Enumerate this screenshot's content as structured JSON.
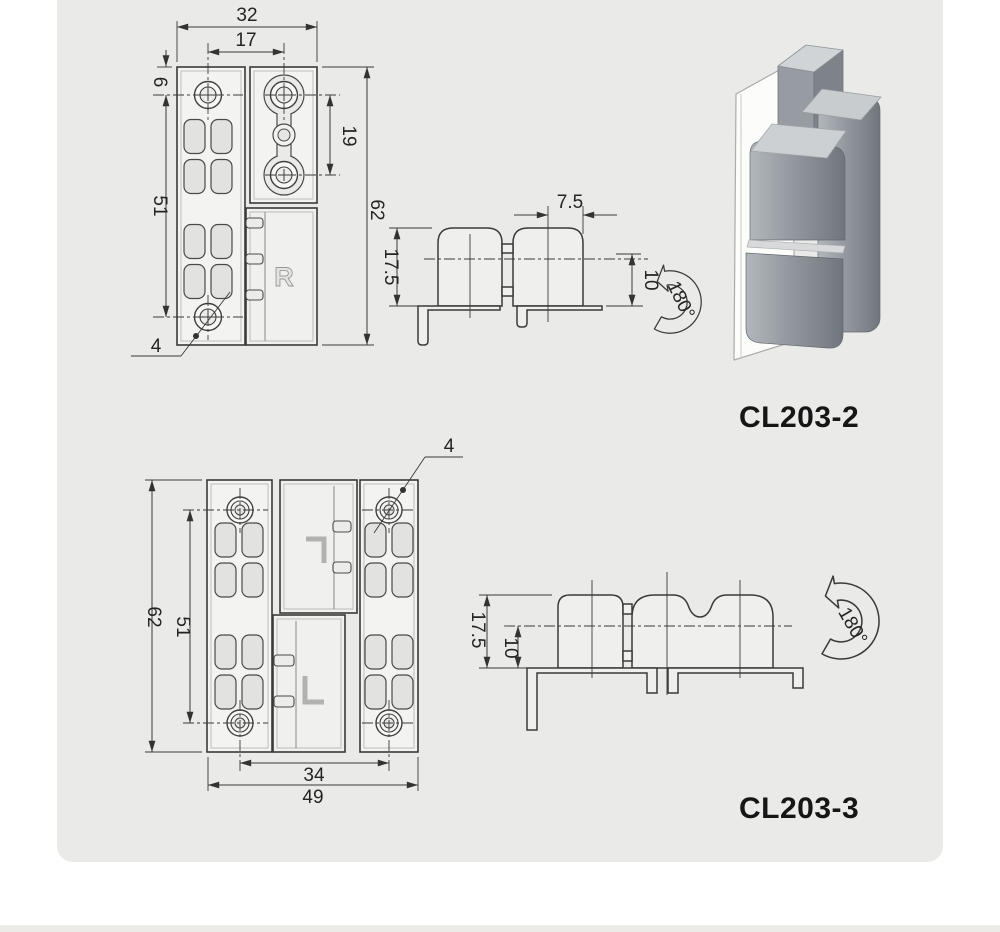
{
  "colors": {
    "page_bg": "#ffffff",
    "panel_bg": "#eaeae8",
    "bottom_strip": "#edebe8",
    "line": "#3a3a3a",
    "metal_mid": "#90959b",
    "metal_light": "#cdd0d3",
    "plate_fill": "#f3f3f1"
  },
  "products": {
    "top_model": "CL203-2",
    "bottom_model": "CL203-3",
    "right_leaf_mark": "R"
  },
  "dims": {
    "top_front": {
      "overall_width": "32",
      "hole_span": "17",
      "edge_offset": "6",
      "left_pitch": "51",
      "overall_height": "62",
      "right_pitch": "19",
      "hole_dia": "4"
    },
    "top_side": {
      "half_width": "7.5",
      "height": "17.5",
      "pin_offset": "10",
      "swing": "180°"
    },
    "bottom_front": {
      "overall_height": "62",
      "pitch": "51",
      "hole_dia": "4",
      "hole_span": "34",
      "overall_width": "49"
    },
    "bottom_side": {
      "height": "17.5",
      "pin_offset": "10",
      "swing": "180°"
    }
  }
}
